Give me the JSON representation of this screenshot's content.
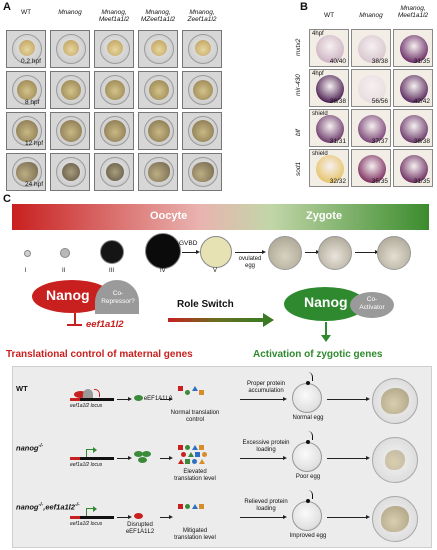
{
  "figure": {
    "panels": {
      "A": {
        "letter": "A",
        "columns": [
          "WT",
          "Mnanog",
          "Mnanog,\nMeef1a1l2",
          "Mnanog,\nMZeef1a1l2",
          "Mnanog,\nZeef1a1l2"
        ],
        "stages": [
          "0.2 hpf",
          "8 hpf",
          "12 hpf",
          "24 hpf"
        ]
      },
      "B": {
        "letter": "B",
        "columns": [
          "WT",
          "Mnanog",
          "Mnanog,\nMeef1a1l2"
        ],
        "rows": [
          {
            "probe": "mxtx2",
            "stage": "4hpf",
            "ratios": [
              "40/40",
              "38/38",
              "31/35"
            ],
            "colors": [
              "#cdb4c3",
              "#d8c7cf",
              "#6b2e67"
            ]
          },
          {
            "probe": "mir-430",
            "stage": "4hpf",
            "ratios": [
              "38/38",
              "56/56",
              "42/42"
            ],
            "colors": [
              "#4b1f52",
              "#e7dde0",
              "#5a2a5d"
            ]
          },
          {
            "probe": "blf",
            "stage": "shield",
            "ratios": [
              "31/31",
              "37/37",
              "38/38"
            ],
            "colors": [
              "#6d3a6b",
              "#7a4576",
              "#6c3a6a"
            ]
          },
          {
            "probe": "sod1",
            "stage": "shield",
            "ratios": [
              "32/32",
              "35/35",
              "31/35"
            ],
            "colors": [
              "#e6c46a",
              "#7d2f5f",
              "#6d2f62"
            ]
          }
        ]
      },
      "C": {
        "letter": "C",
        "oocyte": "Oocyte",
        "zygote": "Zygote",
        "oocyte_stages": [
          "I",
          "II",
          "III",
          "IV",
          "V"
        ],
        "gvbd": "GVBD",
        "ovulated_egg": "ovulated\negg",
        "nanog_left": "Nanog",
        "corepressor": "Co-\nRepressor?",
        "role_switch": "Role Switch",
        "nanog_right": "Nanog",
        "coactivator": "Co-\nActivator",
        "target_gene": "eef1a1l2",
        "translational": "Translational control of maternal genes",
        "activation": "Activation of zygotic genes",
        "rows": [
          {
            "genotype": "WT",
            "locus": "eef1a1l2 locus",
            "protein": "eEF1A1L2",
            "translation": "Normal translation\ncontrol",
            "loading": "Proper protein\naccumulation",
            "egg": "Normal egg"
          },
          {
            "genotype": "nanog",
            "sup": "-/-",
            "locus": "eef1a1l2 locus",
            "protein": "",
            "translation": "Elevated\ntranslation level",
            "loading": "Excessive protein\nloading",
            "egg": "Poor egg"
          },
          {
            "genotype": "nanog",
            "sup": "-/-",
            "genotype2": ",eef1a1l2",
            "sup2": "-/-",
            "locus": "eef1a1l2 locus",
            "protein": "Disrupted\neEF1A1L2",
            "translation": "Mitigated\ntranslation level",
            "loading": "Relieved protein\nloading",
            "egg": "Improved egg"
          }
        ]
      }
    },
    "colors": {
      "red": "#c8201f",
      "green": "#2f8a2f",
      "grey": "#9a9a9a"
    }
  }
}
